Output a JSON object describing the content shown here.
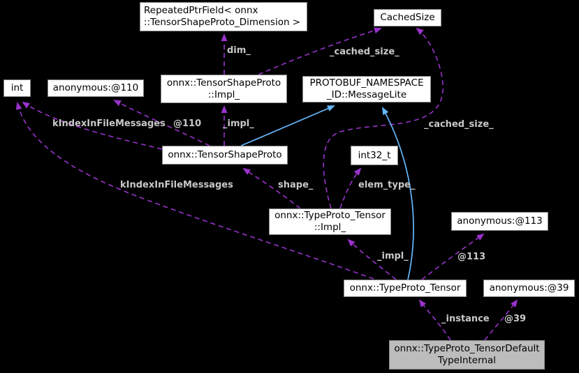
{
  "diagram_type": "doxygen-collaboration-graph",
  "colors": {
    "background": "#000000",
    "usage_edge": "#9a32cd",
    "inheritance_edge": "#63b8ff",
    "node_fill": "#ffffff",
    "node_border": "#848484",
    "highlight_node_fill": "#bcbcbc",
    "edge_label_text": "#c9c9c9",
    "node_text": "#000000"
  },
  "nodes": {
    "repeated_ptr_field": {
      "line1": "RepeatedPtrField< onnx",
      "line2": "::TensorShapeProto_Dimension >"
    },
    "cached_size": {
      "line1": "CachedSize"
    },
    "int": {
      "line1": "int"
    },
    "anonymous_110": {
      "line1": "anonymous:@110"
    },
    "tensor_shape_proto_impl": {
      "line1": "onnx::TensorShapeProto",
      "line2": "::Impl_"
    },
    "message_lite": {
      "line1": "PROTOBUF_NAMESPACE",
      "line2": "_ID::MessageLite"
    },
    "tensor_shape_proto": {
      "line1": "onnx::TensorShapeProto"
    },
    "int32_t": {
      "line1": "int32_t"
    },
    "type_proto_tensor_impl": {
      "line1": "onnx::TypeProto_Tensor",
      "line2": "::Impl_"
    },
    "anonymous_113": {
      "line1": "anonymous:@113"
    },
    "type_proto_tensor": {
      "line1": "onnx::TypeProto_Tensor"
    },
    "anonymous_39": {
      "line1": "anonymous:@39"
    },
    "default_type_internal": {
      "line1": "onnx::TypeProto_TensorDefault",
      "line2": "TypeInternal"
    }
  },
  "edge_labels": {
    "dim": "dim_",
    "cached_size_top": "_cached_size_",
    "k_index_in_file_messages_1": "kIndexInFileMessages",
    "at_110": "@110",
    "impl_top": "_impl_",
    "cached_size_right": "_cached_size_",
    "k_index_in_file_messages_2": "kIndexInFileMessages",
    "shape": "shape_",
    "elem_type": "elem_type_",
    "impl_bottom": "_impl_",
    "at_113": "@113",
    "instance": "_instance",
    "at_39": "@39"
  }
}
